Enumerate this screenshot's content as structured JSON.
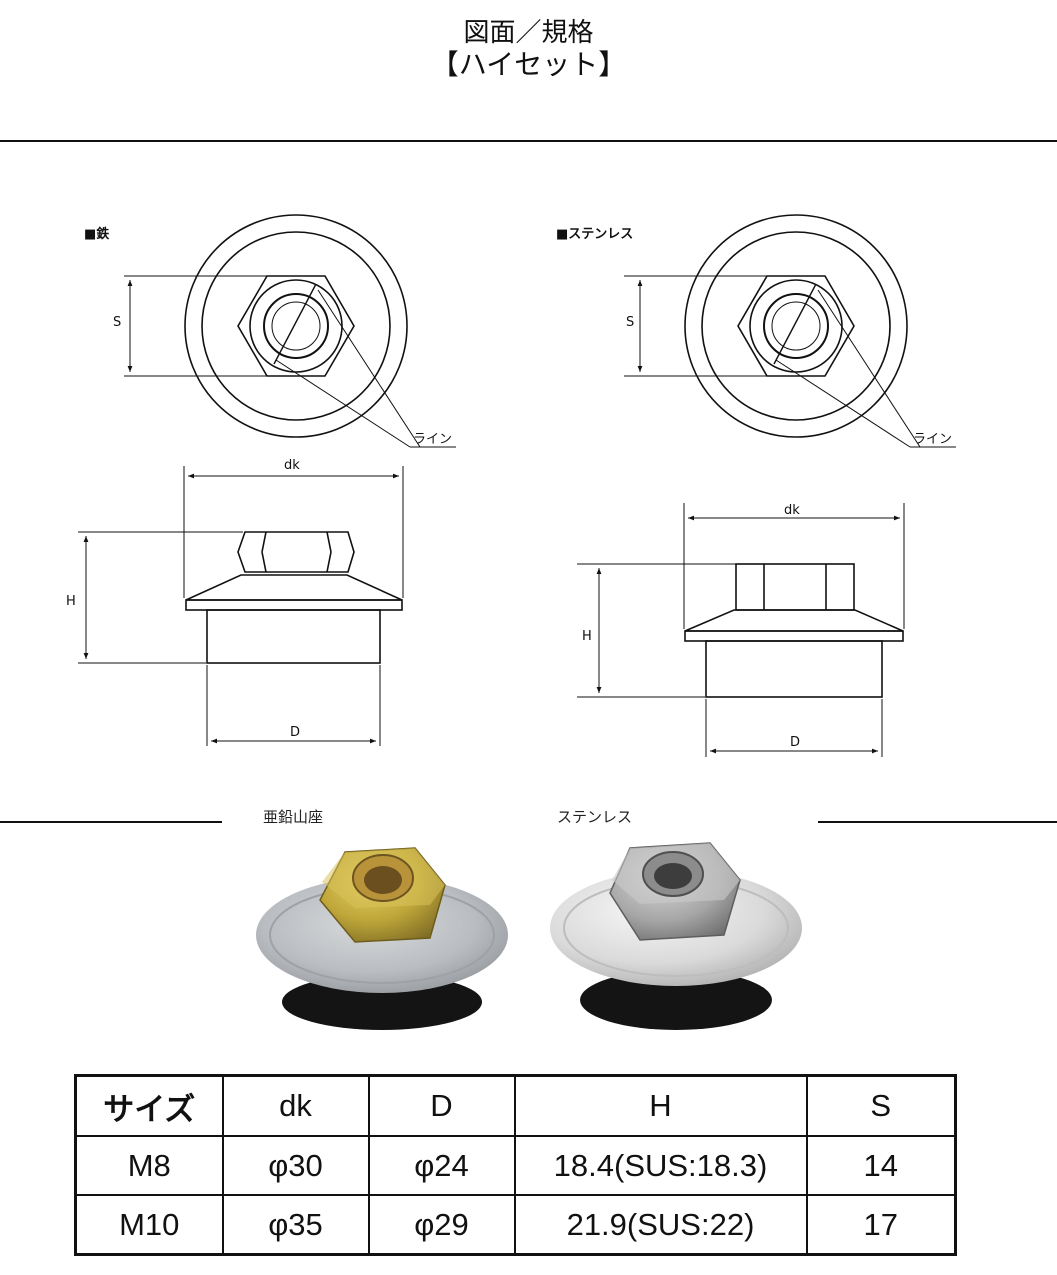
{
  "header": {
    "line1": "図面／規格",
    "line2": "【ハイセット】"
  },
  "diagrams": {
    "left_label": "■鉄",
    "right_label": "■ステンレス",
    "dim_s": "S",
    "dim_line": "ライン",
    "dim_dk": "dk",
    "dim_h": "H",
    "dim_d": "D"
  },
  "photos": {
    "left_label": "亜鉛山座",
    "right_label": "ステンレス"
  },
  "table": {
    "headers": [
      "サイズ",
      "dk",
      "D",
      "H",
      "S"
    ],
    "rows": [
      [
        "M8",
        "φ30",
        "φ24",
        "18.4(SUS:18.3)",
        "14"
      ],
      [
        "M10",
        "φ35",
        "φ29",
        "21.9(SUS:22)",
        "17"
      ]
    ]
  },
  "colors": {
    "line": "#111111",
    "zinc_nut": "#c9b13a",
    "zinc_washer": "#b8bcc0",
    "stainless_nut": "#a9a9a9",
    "stainless_washer": "#dcdcdc",
    "rubber": "#141414"
  }
}
